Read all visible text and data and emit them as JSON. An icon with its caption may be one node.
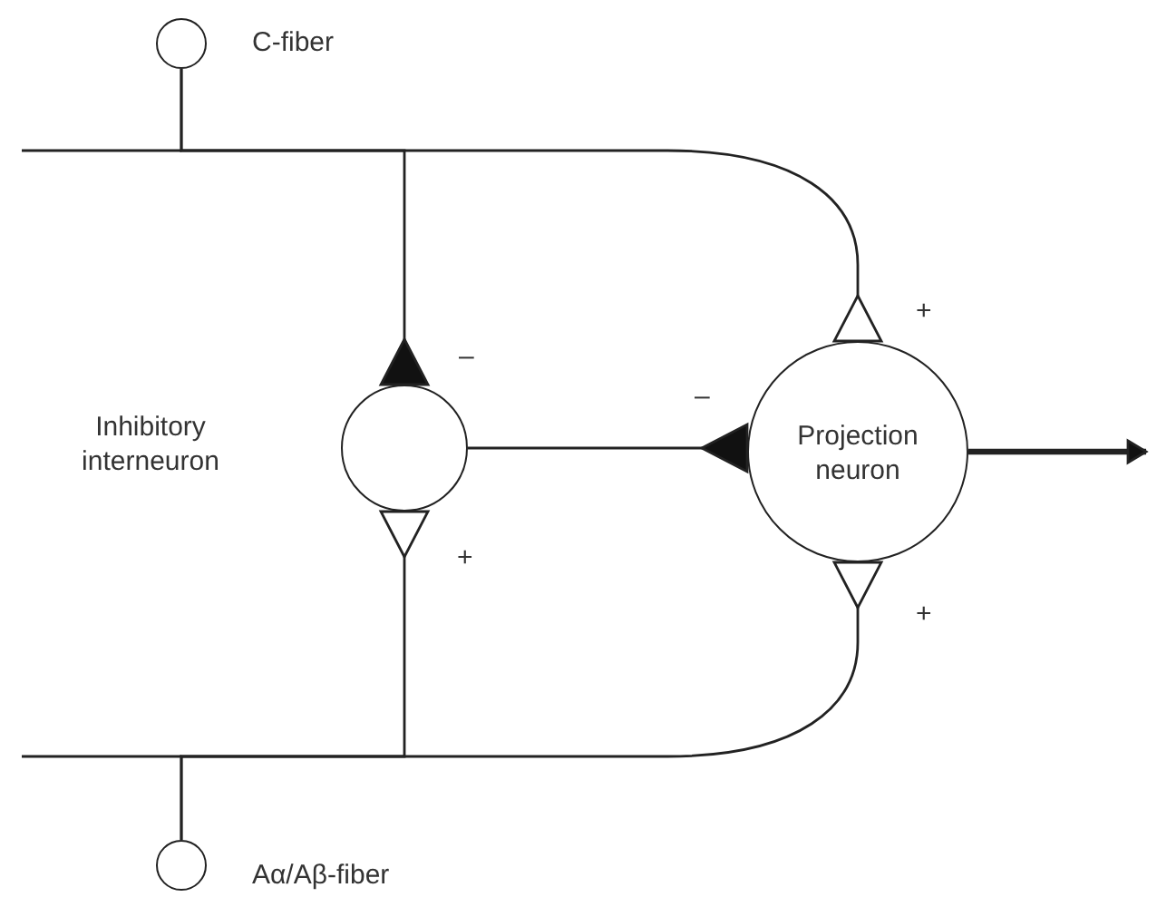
{
  "diagram": {
    "nodes": [
      {
        "text": [
          "C-fiber"
        ]
      },
      {
        "text": [
          "Inhibitory interneuron"
        ]
      },
      {
        "text": [
          "Projection neuron"
        ]
      },
      {
        "text": [
          "Aα/Aβ-fiber"
        ]
      }
    ],
    "edges": [
      {
        "from": 0,
        "to": 2,
        "arrow": "other",
        "label": "+"
      },
      {
        "from": 0,
        "to": 1,
        "arrow": "other",
        "label": "–"
      },
      {
        "from": 1,
        "to": 2,
        "arrow": "other",
        "label": "–"
      },
      {
        "from": 3,
        "to": 1,
        "arrow": "other",
        "label": "+"
      },
      {
        "from": 3,
        "to": 2,
        "arrow": "other",
        "label": "+"
      },
      {
        "from": 2,
        "to": null,
        "arrow": "to",
        "style": "thick"
      }
    ]
  }
}
